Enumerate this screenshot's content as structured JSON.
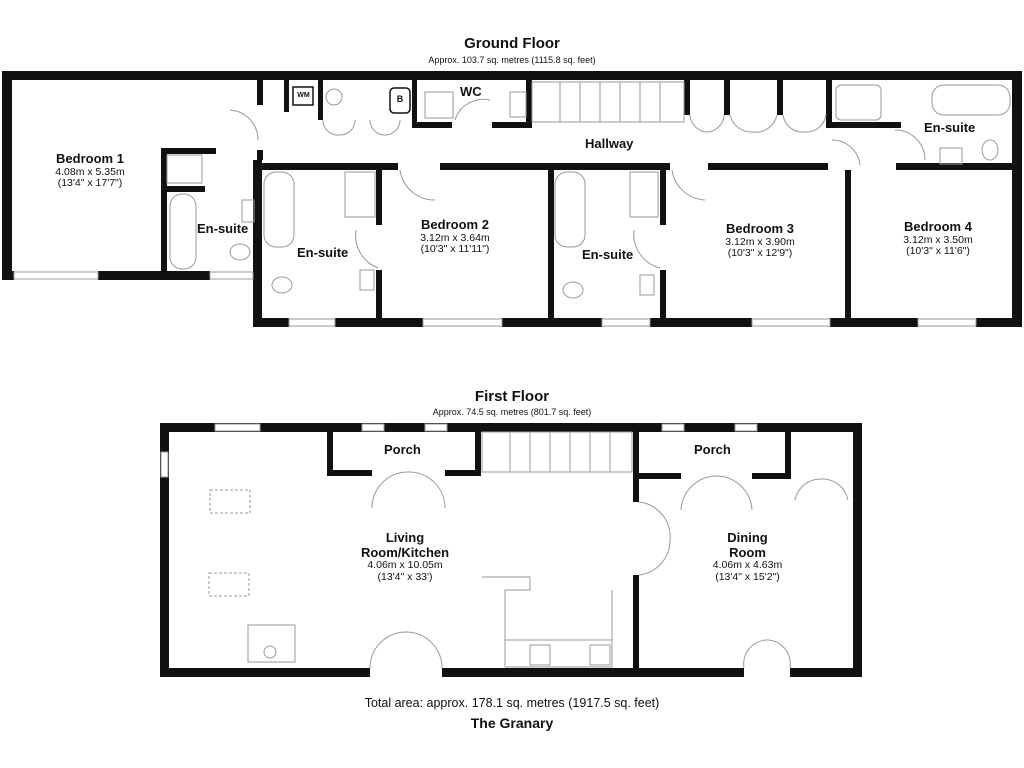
{
  "ground_floor": {
    "title": "Ground Floor",
    "area": "Approx. 103.7 sq. metres (1115.8 sq. feet)",
    "rooms": {
      "bedroom1": {
        "name": "Bedroom 1",
        "metric": "4.08m x 5.35m",
        "imperial": "(13'4\" x 17'7\")"
      },
      "bedroom2": {
        "name": "Bedroom 2",
        "metric": "3.12m x 3.64m",
        "imperial": "(10'3\" x 11'11\")"
      },
      "bedroom3": {
        "name": "Bedroom 3",
        "metric": "3.12m x 3.90m",
        "imperial": "(10'3\" x 12'9\")"
      },
      "bedroom4": {
        "name": "Bedroom 4",
        "metric": "3.12m x 3.50m",
        "imperial": "(10'3\" x 11'6\")"
      },
      "ensuite1": "En-suite",
      "ensuite2": "En-suite",
      "ensuite3": "En-suite",
      "ensuite4": "En-suite",
      "hallway": "Hallway",
      "wc": "WC",
      "wm": "WM",
      "boiler": "B"
    }
  },
  "first_floor": {
    "title": "First Floor",
    "area": "Approx. 74.5 sq. metres (801.7 sq. feet)",
    "rooms": {
      "living": {
        "name_line1": "Living",
        "name_line2": "Room/Kitchen",
        "metric": "4.06m x 10.05m",
        "imperial": "(13'4\" x 33')"
      },
      "dining": {
        "name_line1": "Dining",
        "name_line2": "Room",
        "metric": "4.06m x 4.63m",
        "imperial": "(13'4\" x 15'2\")"
      },
      "porch1": "Porch",
      "porch2": "Porch"
    }
  },
  "footer": {
    "total_area": "Total area: approx. 178.1 sq. metres (1917.5 sq. feet)",
    "property_name": "The Granary"
  }
}
